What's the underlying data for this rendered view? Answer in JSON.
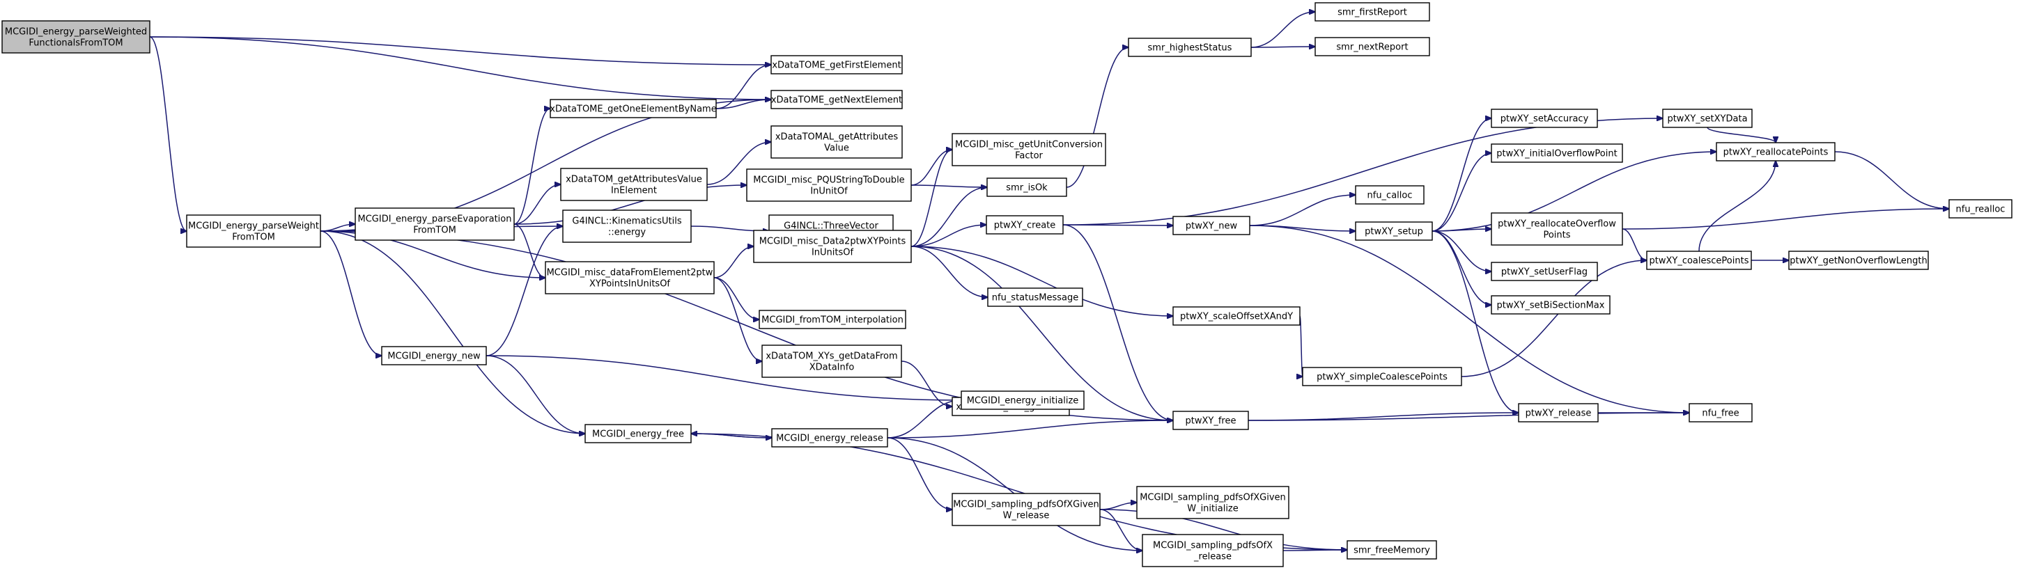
{
  "colors": {
    "edge": "#191970",
    "root_fill": "#bfbfbf",
    "node_fill": "#ffffff",
    "node_stroke": "#000000"
  },
  "nodes": [
    {
      "id": "root",
      "name": "node-root",
      "lines": [
        "MCGIDI_energy_parseWeighted",
        "FunctionalsFromTOM"
      ],
      "root": true
    },
    {
      "id": "firstEl",
      "name": "node-xdatatome-getfirstelement",
      "lines": [
        "xDataTOME_getFirstElement"
      ]
    },
    {
      "id": "nextEl",
      "name": "node-xdatatome-getnextelement",
      "lines": [
        "xDataTOME_getNextElement"
      ]
    },
    {
      "id": "oneEl",
      "name": "node-xdatatome-getoneelementbyname",
      "lines": [
        "xDataTOME_getOneElementByName"
      ]
    },
    {
      "id": "attrVal",
      "name": "node-xdatatomal-getattributesvalue",
      "lines": [
        "xDataTOMAL_getAttributes",
        "Value"
      ]
    },
    {
      "id": "attrValIn",
      "name": "node-xdatatom-getattributesvalueinelement",
      "lines": [
        "xDataTOM_getAttributesValue",
        "InElement"
      ]
    },
    {
      "id": "parseWeight",
      "name": "node-mcgidi-energy-parseweightfromtom",
      "lines": [
        "MCGIDI_energy_parseWeight",
        "FromTOM"
      ]
    },
    {
      "id": "parseEvap",
      "name": "node-mcgidi-energy-parseevaporationfromtom",
      "lines": [
        "MCGIDI_energy_parseEvaporation",
        "FromTOM"
      ]
    },
    {
      "id": "pqu",
      "name": "node-mcgidi-misc-pqustringtodoubleinunitof",
      "lines": [
        "MCGIDI_misc_PQUStringToDouble",
        "InUnitOf"
      ]
    },
    {
      "id": "unitConv",
      "name": "node-mcgidi-misc-getunitconversionfactor",
      "lines": [
        "MCGIDI_misc_getUnitConversion",
        "Factor"
      ]
    },
    {
      "id": "smrIsOk",
      "name": "node-smr-isok",
      "lines": [
        "smr_isOk"
      ]
    },
    {
      "id": "smrHigh",
      "name": "node-smr-higheststatus",
      "lines": [
        "smr_highestStatus"
      ]
    },
    {
      "id": "smrFirst",
      "name": "node-smr-firstreport",
      "lines": [
        "smr_firstReport"
      ]
    },
    {
      "id": "smrNext",
      "name": "node-smr-nextreport",
      "lines": [
        "smr_nextReport"
      ]
    },
    {
      "id": "kinEnergy",
      "name": "node-g4incl-kinematicsutils-energy",
      "lines": [
        "G4INCL::KinematicsUtils",
        "::energy"
      ]
    },
    {
      "id": "mag2",
      "name": "node-g4incl-threevector-mag2",
      "lines": [
        "G4INCL::ThreeVector",
        "::mag2"
      ]
    },
    {
      "id": "dataFromEl",
      "name": "node-mcgidi-misc-datafromelement2ptwxypointsinunitsof",
      "lines": [
        "MCGIDI_misc_dataFromElement2ptw",
        "XYPointsInUnitsOf"
      ]
    },
    {
      "id": "data2ptw",
      "name": "node-mcgidi-misc-data2ptwxypointsinunitsof",
      "lines": [
        "MCGIDI_misc_Data2ptwXYPoints",
        "InUnitsOf"
      ]
    },
    {
      "id": "fromTomInterp",
      "name": "node-mcgidi-fromtom-interpolation",
      "lines": [
        "MCGIDI_fromTOM_interpolation"
      ]
    },
    {
      "id": "xysGetDataFrom",
      "name": "node-xdatatom-xys-getdatafromxdatainfo",
      "lines": [
        "xDataTOM_XYs_getDataFrom",
        "XDataInfo"
      ]
    },
    {
      "id": "xysGetData",
      "name": "node-xdatatom-xys-getdata",
      "lines": [
        "xDataTOM_XYs_getData"
      ]
    },
    {
      "id": "nfuStatus",
      "name": "node-nfu-statusmessage",
      "lines": [
        "nfu_statusMessage"
      ]
    },
    {
      "id": "energyNew",
      "name": "node-mcgidi-energy-new",
      "lines": [
        "MCGIDI_energy_new"
      ]
    },
    {
      "id": "energyInit",
      "name": "node-mcgidi-energy-initialize",
      "lines": [
        "MCGIDI_energy_initialize"
      ]
    },
    {
      "id": "energyFree",
      "name": "node-mcgidi-energy-free",
      "lines": [
        "MCGIDI_energy_free"
      ]
    },
    {
      "id": "energyRelease",
      "name": "node-mcgidi-energy-release",
      "lines": [
        "MCGIDI_energy_release"
      ]
    },
    {
      "id": "samplingRel",
      "name": "node-mcgidi-sampling-pdfsofxgivenw-release",
      "lines": [
        "MCGIDI_sampling_pdfsOfXGiven",
        "W_release"
      ]
    },
    {
      "id": "samplingInit",
      "name": "node-mcgidi-sampling-pdfsofxgivenw-initialize",
      "lines": [
        "MCGIDI_sampling_pdfsOfXGiven",
        "W_initialize"
      ]
    },
    {
      "id": "samplingX",
      "name": "node-mcgidi-sampling-pdfsofx-release",
      "lines": [
        "MCGIDI_sampling_pdfsOfX",
        "_release"
      ]
    },
    {
      "id": "smrFree",
      "name": "node-smr-freememory",
      "lines": [
        "smr_freeMemory"
      ]
    },
    {
      "id": "ptwCreate",
      "name": "node-ptwxy-create",
      "lines": [
        "ptwXY_create"
      ]
    },
    {
      "id": "ptwNew",
      "name": "node-ptwxy-new",
      "lines": [
        "ptwXY_new"
      ]
    },
    {
      "id": "ptwScale",
      "name": "node-ptwxy-scaleoffsetxandy",
      "lines": [
        "ptwXY_scaleOffsetXAndY"
      ]
    },
    {
      "id": "ptwFree",
      "name": "node-ptwxy-free",
      "lines": [
        "ptwXY_free"
      ]
    },
    {
      "id": "nfuCalloc",
      "name": "node-nfu-calloc",
      "lines": [
        "nfu_calloc"
      ]
    },
    {
      "id": "ptwSetup",
      "name": "node-ptwxy-setup",
      "lines": [
        "ptwXY_setup"
      ]
    },
    {
      "id": "ptwSetAcc",
      "name": "node-ptwxy-setaccuracy",
      "lines": [
        "ptwXY_setAccuracy"
      ]
    },
    {
      "id": "ptwInitOver",
      "name": "node-ptwxy-initialoverflowpoint",
      "lines": [
        "ptwXY_initialOverflowPoint"
      ]
    },
    {
      "id": "ptwReallocOver",
      "name": "node-ptwxy-reallocateoverflowpoints",
      "lines": [
        "ptwXY_reallocateOverflow",
        "Points"
      ]
    },
    {
      "id": "ptwUserFlag",
      "name": "node-ptwxy-setuserflag",
      "lines": [
        "ptwXY_setUserFlag"
      ]
    },
    {
      "id": "ptwBiSection",
      "name": "node-ptwxy-setbisectionmax",
      "lines": [
        "ptwXY_setBiSectionMax"
      ]
    },
    {
      "id": "ptwSimpleCoal",
      "name": "node-ptwxy-simplecoalescepoints",
      "lines": [
        "ptwXY_simpleCoalescePoints"
      ]
    },
    {
      "id": "ptwRelease",
      "name": "node-ptwxy-release",
      "lines": [
        "ptwXY_release"
      ]
    },
    {
      "id": "nfuFree",
      "name": "node-nfu-free",
      "lines": [
        "nfu_free"
      ]
    },
    {
      "id": "ptwSetXY",
      "name": "node-ptwxy-setxydata",
      "lines": [
        "ptwXY_setXYData"
      ]
    },
    {
      "id": "ptwRealloc",
      "name": "node-ptwxy-reallocatepoints",
      "lines": [
        "ptwXY_reallocatePoints"
      ]
    },
    {
      "id": "nfuRealloc",
      "name": "node-nfu-realloc",
      "lines": [
        "nfu_realloc"
      ]
    },
    {
      "id": "ptwCoal",
      "name": "node-ptwxy-coalescepoints",
      "lines": [
        "ptwXY_coalescePoints"
      ]
    },
    {
      "id": "ptwNonOver",
      "name": "node-ptwxy-getnonoverflowlength",
      "lines": [
        "ptwXY_getNonOverflowLength"
      ]
    }
  ],
  "edges": [
    [
      "root",
      "firstEl"
    ],
    [
      "root",
      "nextEl"
    ],
    [
      "root",
      "parseWeight"
    ],
    [
      "oneEl",
      "firstEl"
    ],
    [
      "oneEl",
      "nextEl"
    ],
    [
      "attrValIn",
      "attrVal"
    ],
    [
      "parseWeight",
      "parseEvap"
    ],
    [
      "parseWeight",
      "kinEnergy"
    ],
    [
      "parseWeight",
      "dataFromEl"
    ],
    [
      "parseWeight",
      "energyNew"
    ],
    [
      "parseWeight",
      "energyFree"
    ],
    [
      "parseWeight",
      "ptwFree"
    ],
    [
      "parseWeight",
      "nextEl"
    ],
    [
      "parseEvap",
      "oneEl"
    ],
    [
      "parseEvap",
      "attrValIn"
    ],
    [
      "parseEvap",
      "pqu"
    ],
    [
      "parseEvap",
      "dataFromEl"
    ],
    [
      "pqu",
      "unitConv"
    ],
    [
      "pqu",
      "smrIsOk"
    ],
    [
      "smrIsOk",
      "smrHigh"
    ],
    [
      "smrHigh",
      "smrFirst"
    ],
    [
      "smrHigh",
      "smrNext"
    ],
    [
      "kinEnergy",
      "mag2"
    ],
    [
      "dataFromEl",
      "data2ptw"
    ],
    [
      "dataFromEl",
      "fromTomInterp"
    ],
    [
      "dataFromEl",
      "xysGetDataFrom"
    ],
    [
      "data2ptw",
      "unitConv"
    ],
    [
      "data2ptw",
      "smrIsOk"
    ],
    [
      "data2ptw",
      "ptwCreate"
    ],
    [
      "data2ptw",
      "nfuStatus"
    ],
    [
      "data2ptw",
      "ptwScale"
    ],
    [
      "data2ptw",
      "ptwFree"
    ],
    [
      "xysGetDataFrom",
      "xysGetData"
    ],
    [
      "energyNew",
      "kinEnergy"
    ],
    [
      "energyNew",
      "energyInit"
    ],
    [
      "energyNew",
      "energyFree"
    ],
    [
      "energyFree",
      "energyRelease"
    ],
    [
      "energyFree",
      "smrFree"
    ],
    [
      "energyRelease",
      "energyFree"
    ],
    [
      "energyRelease",
      "energyInit"
    ],
    [
      "energyRelease",
      "ptwFree"
    ],
    [
      "energyRelease",
      "samplingRel"
    ],
    [
      "energyRelease",
      "samplingX"
    ],
    [
      "samplingRel",
      "samplingInit"
    ],
    [
      "samplingRel",
      "samplingX"
    ],
    [
      "samplingRel",
      "smrFree"
    ],
    [
      "samplingX",
      "smrFree"
    ],
    [
      "ptwCreate",
      "ptwNew"
    ],
    [
      "ptwCreate",
      "ptwSetXY"
    ],
    [
      "ptwCreate",
      "ptwFree"
    ],
    [
      "ptwNew",
      "nfuCalloc"
    ],
    [
      "ptwNew",
      "ptwSetup"
    ],
    [
      "ptwNew",
      "nfuFree"
    ],
    [
      "ptwSetup",
      "ptwSetAcc"
    ],
    [
      "ptwSetup",
      "ptwInitOver"
    ],
    [
      "ptwSetup",
      "ptwReallocOver"
    ],
    [
      "ptwSetup",
      "ptwUserFlag"
    ],
    [
      "ptwSetup",
      "ptwBiSection"
    ],
    [
      "ptwSetup",
      "ptwRelease"
    ],
    [
      "ptwSetup",
      "ptwRealloc"
    ],
    [
      "ptwScale",
      "ptwSimpleCoal"
    ],
    [
      "ptwSimpleCoal",
      "ptwCoal"
    ],
    [
      "ptwReallocOver",
      "nfuRealloc"
    ],
    [
      "ptwReallocOver",
      "ptwCoal"
    ],
    [
      "ptwCoal",
      "ptwRealloc"
    ],
    [
      "ptwCoal",
      "ptwNonOver"
    ],
    [
      "ptwSetXY",
      "ptwRealloc"
    ],
    [
      "ptwRealloc",
      "nfuRealloc"
    ],
    [
      "ptwFree",
      "ptwRelease"
    ],
    [
      "ptwFree",
      "nfuFree"
    ],
    [
      "ptwRelease",
      "nfuFree"
    ]
  ]
}
